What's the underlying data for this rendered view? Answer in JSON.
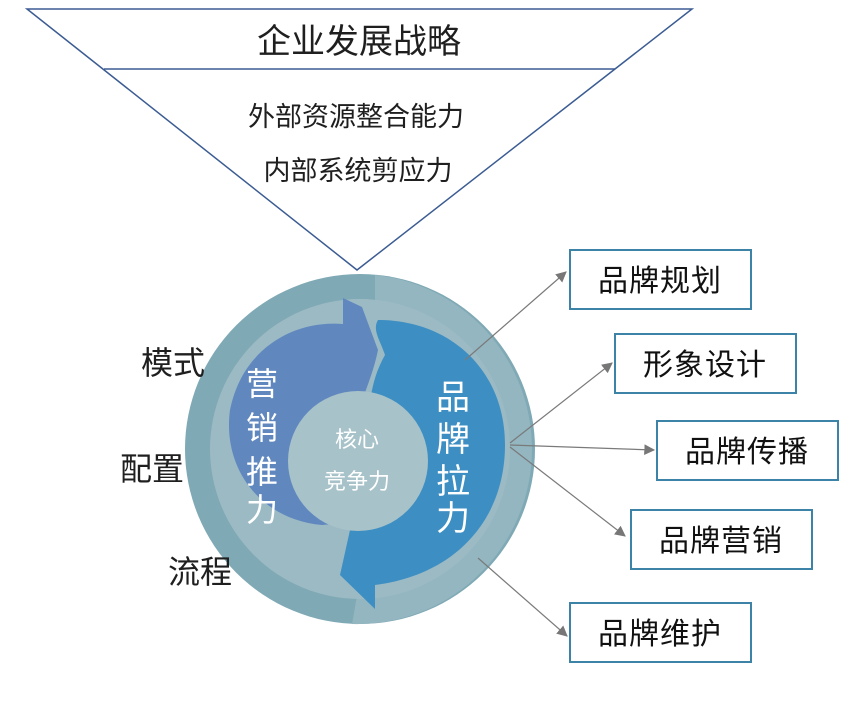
{
  "strategy": {
    "title": "企业发展战略",
    "lines": [
      "外部资源整合能力",
      "内部系统剪应力"
    ]
  },
  "left_labels": [
    "模式",
    "配置",
    "流程"
  ],
  "push": {
    "chars": [
      "营",
      "销",
      "推",
      "力"
    ]
  },
  "pull": {
    "chars": [
      "品",
      "牌",
      "拉",
      "力"
    ]
  },
  "core": {
    "line1": "核心",
    "line2": "竞争力"
  },
  "boxes": [
    "品牌规划",
    "形象设计",
    "品牌传播",
    "品牌营销",
    "品牌维护"
  ],
  "colors": {
    "outer_ring": "#7fa9b5",
    "inner_disc": "#9cbac4",
    "push_arrow": "#6088bf",
    "pull_arrow": "#3d8fc3",
    "core": "#a7c2c9",
    "triangle_line": "#3b5c93",
    "box_border": "#3d83a7",
    "connector": "#7a7a7a"
  }
}
